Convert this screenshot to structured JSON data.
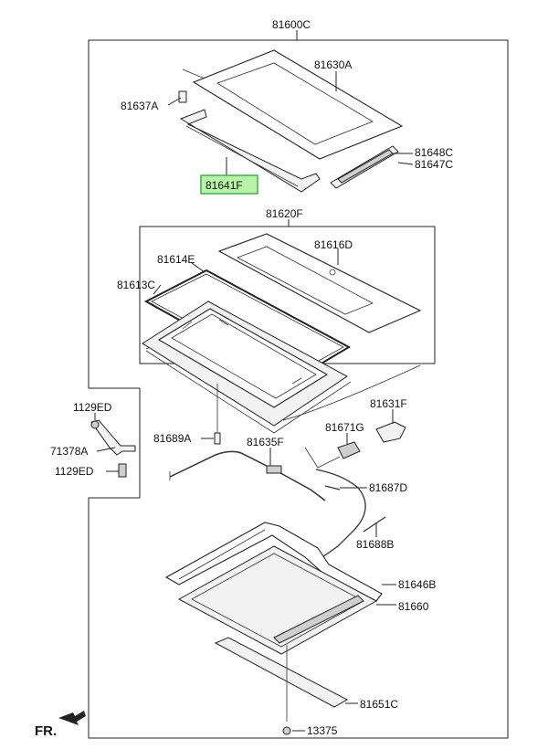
{
  "callouts": {
    "assy": "81600C",
    "glass": "81630A",
    "bracket_small": "81637A",
    "deflector": "81641F",
    "guide_rail_1": "81648C",
    "guide_rail_2": "81647C",
    "frame_assy": "81620F",
    "shade_panel": "81616D",
    "weatherstrip": "81614E",
    "frame": "81613C",
    "bolt_upper": "1129ED",
    "bracket_mount": "71378A",
    "bolt_lower": "1129ED",
    "drain_hose_clip": "81689A",
    "cable": "81635F",
    "motor_bracket": "81631F",
    "motor": "81671G",
    "hose": "81687D",
    "hose_rear": "81688B",
    "mechanism": "81646B",
    "sunshade": "81660",
    "rail_assy": "81651C",
    "grommet": "13375"
  },
  "highlighted_part": "81641F",
  "direction_label": "FR.",
  "colors": {
    "highlight_fill": "#b9f3a7",
    "highlight_border": "#39b54a",
    "line": "#222222"
  }
}
